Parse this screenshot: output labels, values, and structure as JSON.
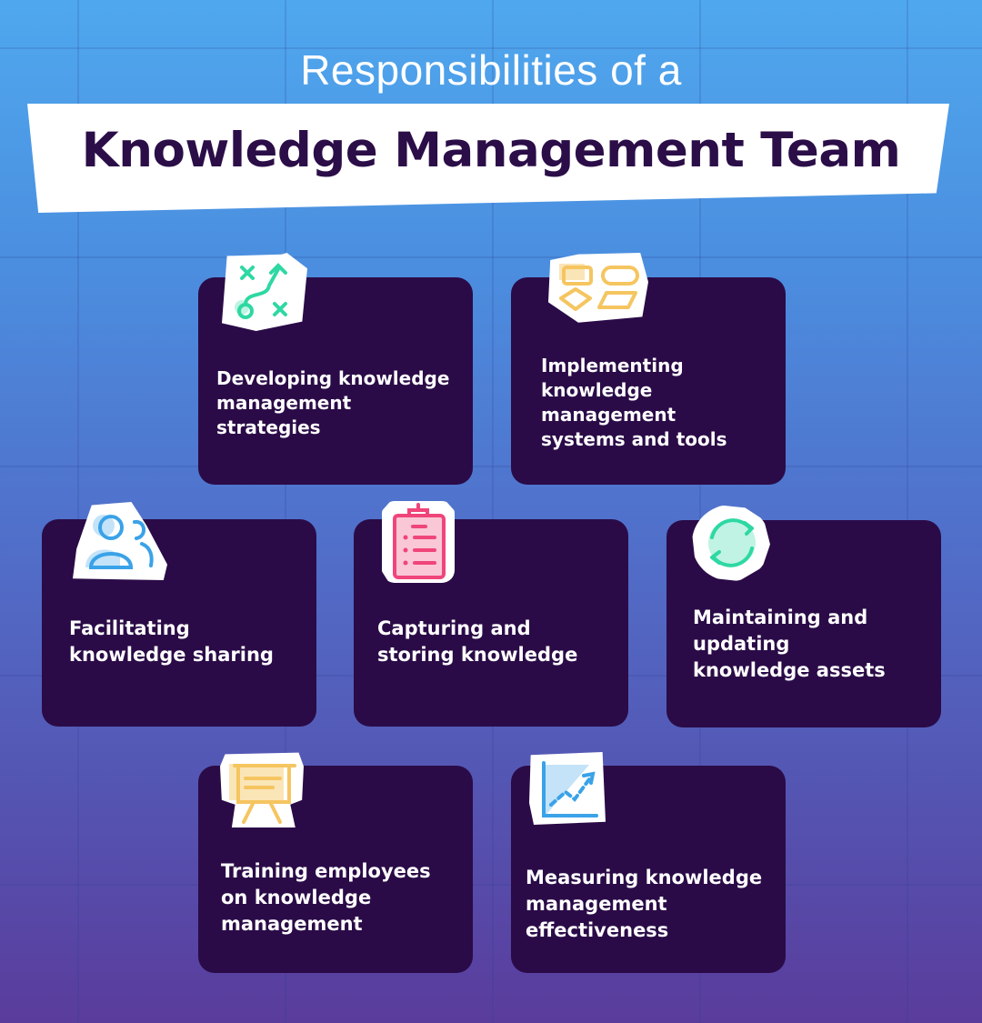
{
  "header": {
    "subtitle": "Responsibilities of a",
    "title": "Knowledge Management Team"
  },
  "colors": {
    "background_top": "#4fa8ee",
    "background_bottom": "#5a3c9c",
    "card": "#2a0b47",
    "title_text": "#2b0d48",
    "green_icon": "#2ed8a3",
    "yellow_icon": "#f5c560",
    "blue_icon": "#3aa2e8",
    "pink_icon": "#f0457a"
  },
  "cards": [
    {
      "icon": "strategy-map-icon",
      "lines": [
        "Developing knowledge",
        "management",
        "strategies"
      ]
    },
    {
      "icon": "flowchart-shapes-icon",
      "lines": [
        "Implementing",
        "knowledge",
        "management",
        "systems and tools"
      ]
    },
    {
      "icon": "users-group-icon",
      "lines": [
        "Facilitating",
        "knowledge sharing"
      ]
    },
    {
      "icon": "clipboard-list-icon",
      "lines": [
        "Capturing and",
        "storing knowledge"
      ]
    },
    {
      "icon": "refresh-cycle-icon",
      "lines": [
        "Maintaining and",
        "updating",
        "knowledge assets"
      ]
    },
    {
      "icon": "presentation-board-icon",
      "lines": [
        "Training employees",
        "on knowledge",
        "management"
      ]
    },
    {
      "icon": "growth-chart-icon",
      "lines": [
        "Measuring knowledge",
        "management",
        "effectiveness"
      ]
    }
  ]
}
